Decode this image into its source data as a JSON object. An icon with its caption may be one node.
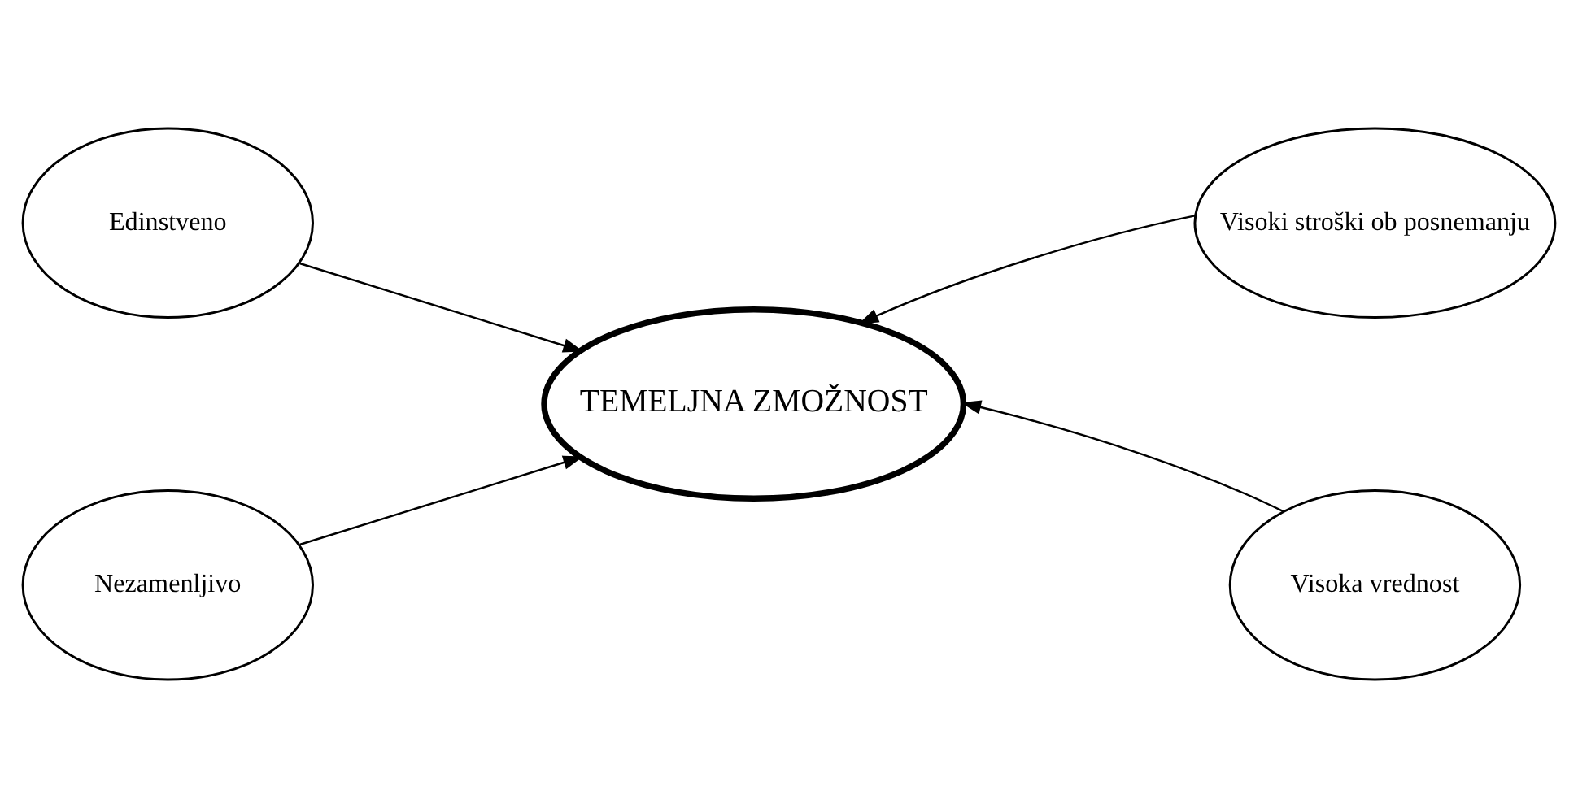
{
  "diagram": {
    "nodes": [
      {
        "text": [
          "TEMELJNA ZMOŽNOST"
        ]
      },
      {
        "text": [
          "Edinstveno"
        ]
      },
      {
        "text": [
          "Visoki stroški ob posnemanju"
        ]
      },
      {
        "text": [
          "Nezamenljivo"
        ]
      },
      {
        "text": [
          "Visoka vrednost"
        ]
      }
    ],
    "edges": [
      {
        "from": 1,
        "to": 0,
        "arrow": "to"
      },
      {
        "from": 2,
        "to": 0,
        "arrow": "to"
      },
      {
        "from": 3,
        "to": 0,
        "arrow": "to"
      },
      {
        "from": 4,
        "to": 0,
        "arrow": "to"
      }
    ]
  }
}
